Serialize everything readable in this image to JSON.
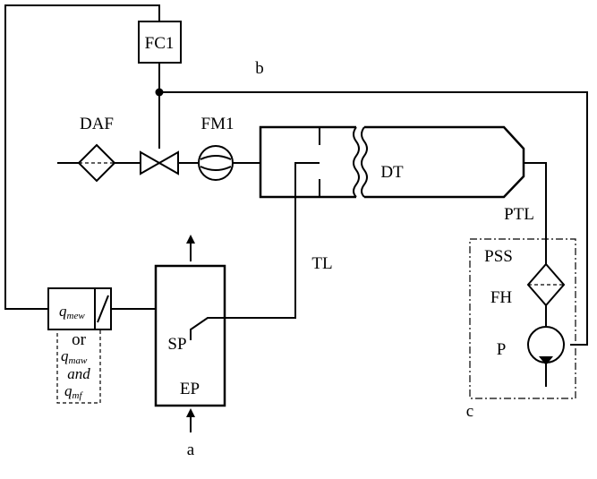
{
  "labels": {
    "fc1": "FC1",
    "b": "b",
    "daf": "DAF",
    "fm1": "FM1",
    "dt": "DT",
    "ptl": "PTL",
    "tl": "TL",
    "pss": "PSS",
    "fh": "FH",
    "p": "P",
    "c": "c",
    "sp": "SP",
    "ep": "EP",
    "a": "a"
  },
  "meter": {
    "primary": {
      "base": "q",
      "sub": "mew"
    },
    "or_text": "or",
    "alt1": {
      "base": "q",
      "sub": "maw"
    },
    "and_text": "and",
    "alt2": {
      "base": "q",
      "sub": "mf"
    }
  }
}
